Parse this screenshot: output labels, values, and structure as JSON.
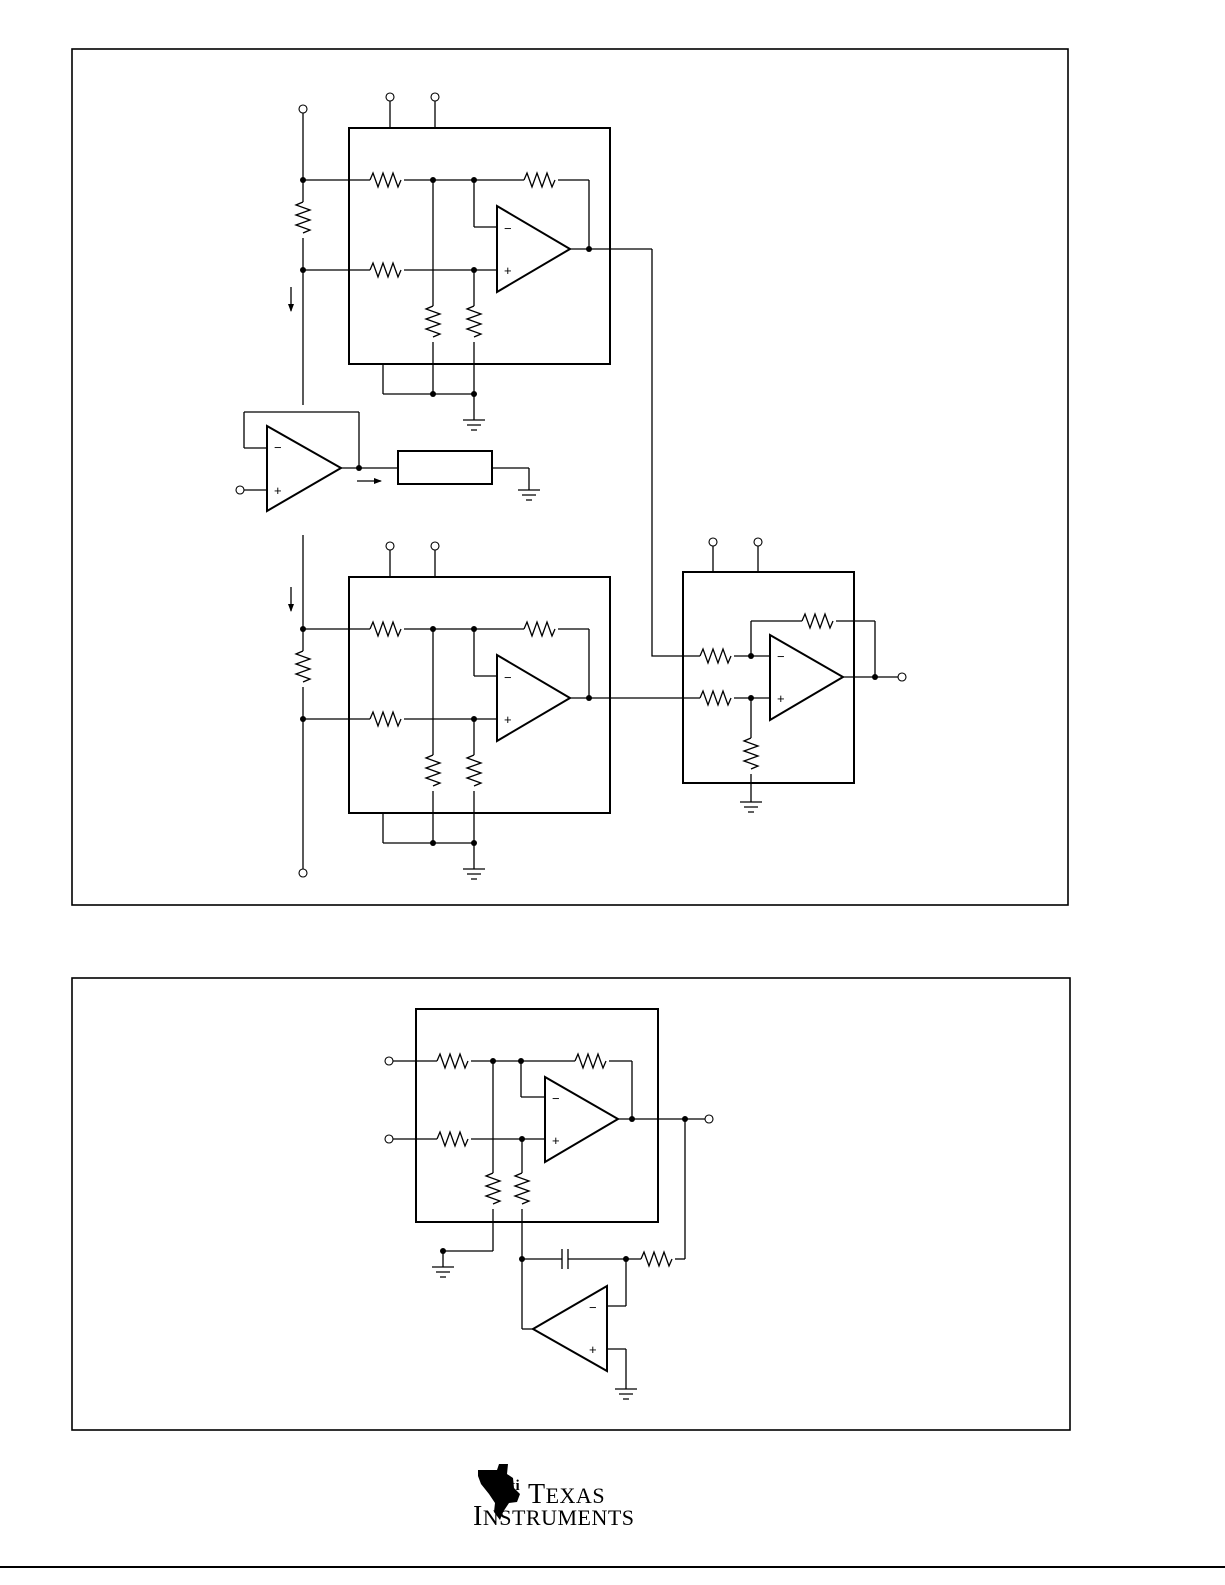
{
  "diagram": {
    "opamp_plus": "+",
    "opamp_minus": "−"
  },
  "logo": {
    "line1_cap": "T",
    "line1_rest": "EXAS",
    "line2_cap": "I",
    "line2_rest": "NSTRUMENTS"
  },
  "colors": {
    "ink": "#000000",
    "background": "#ffffff"
  }
}
